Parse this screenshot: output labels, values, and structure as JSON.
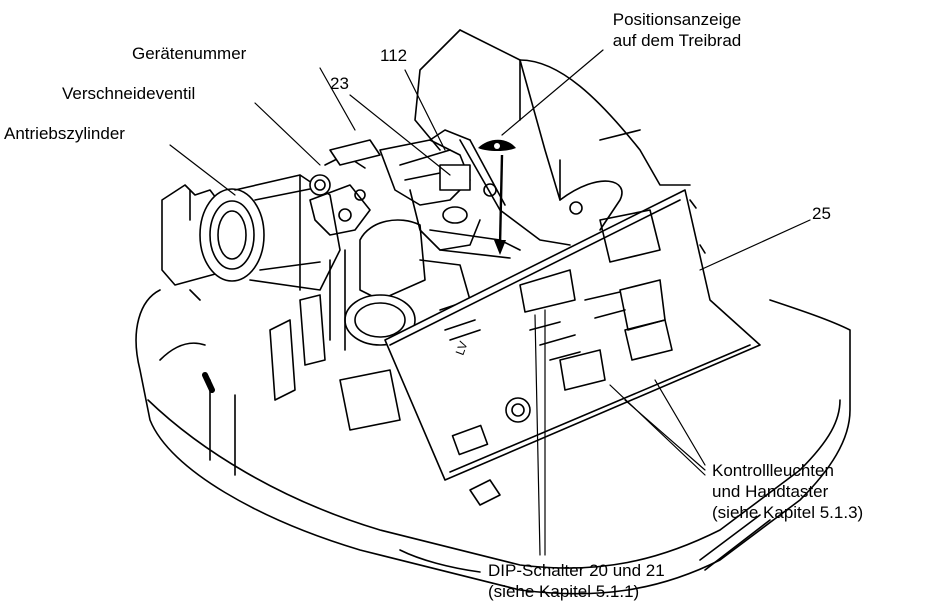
{
  "labels": {
    "position_indicator_line1": "Positionsanzeige",
    "position_indicator_line2": "auf dem Treibrad",
    "device_number": "Gerätenummer",
    "ref_112": "112",
    "ref_23": "23",
    "blending_valve": "Verschneideventil",
    "drive_cylinder": "Antriebszylinder",
    "ref_25": "25",
    "indicator_lights_line1": "Kontrollleuchten",
    "indicator_lights_line2": "und Handtaster",
    "indicator_lights_line3": "(siehe Kapitel 5.1.3)",
    "dip_switch_line1": "DIP-Schalter 20 und 21",
    "dip_switch_line2": "(siehe Kapitel 5.1.1)"
  },
  "board_marking": "LV",
  "colors": {
    "line": "#000000",
    "background": "#ffffff"
  }
}
